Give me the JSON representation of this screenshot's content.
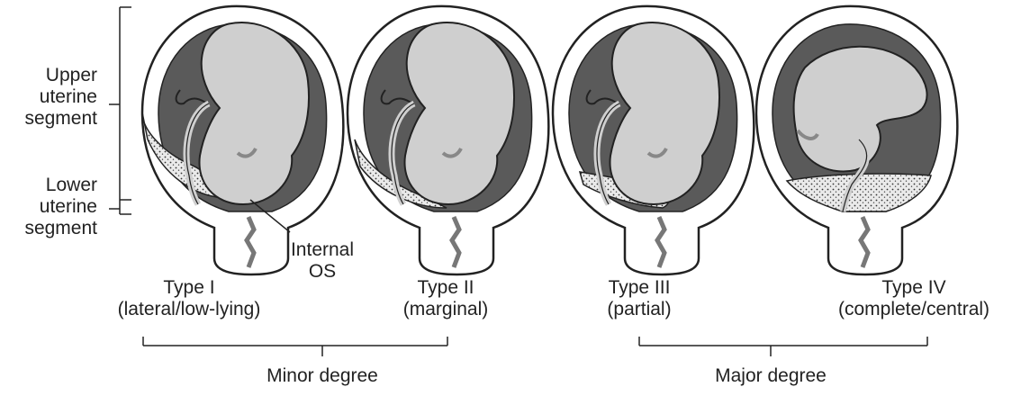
{
  "segments": {
    "upper": [
      "Upper",
      "uterine",
      "segment"
    ],
    "lower": [
      "Lower",
      "uterine",
      "segment"
    ]
  },
  "internal_os": [
    "Internal",
    "OS"
  ],
  "types": [
    {
      "title": "Type I",
      "desc": "(lateral/low-lying)"
    },
    {
      "title": "Type II",
      "desc": "(marginal)"
    },
    {
      "title": "Type III",
      "desc": "(partial)"
    },
    {
      "title": "Type IV",
      "desc": "(complete/central)"
    }
  ],
  "degrees": {
    "minor": "Minor degree",
    "major": "Major degree"
  },
  "colors": {
    "amniotic": "#5a5a5a",
    "fetus": "#cfcfcf",
    "placenta": "#e9e9e9",
    "outline": "#222222",
    "uterus": "#ffffff"
  }
}
